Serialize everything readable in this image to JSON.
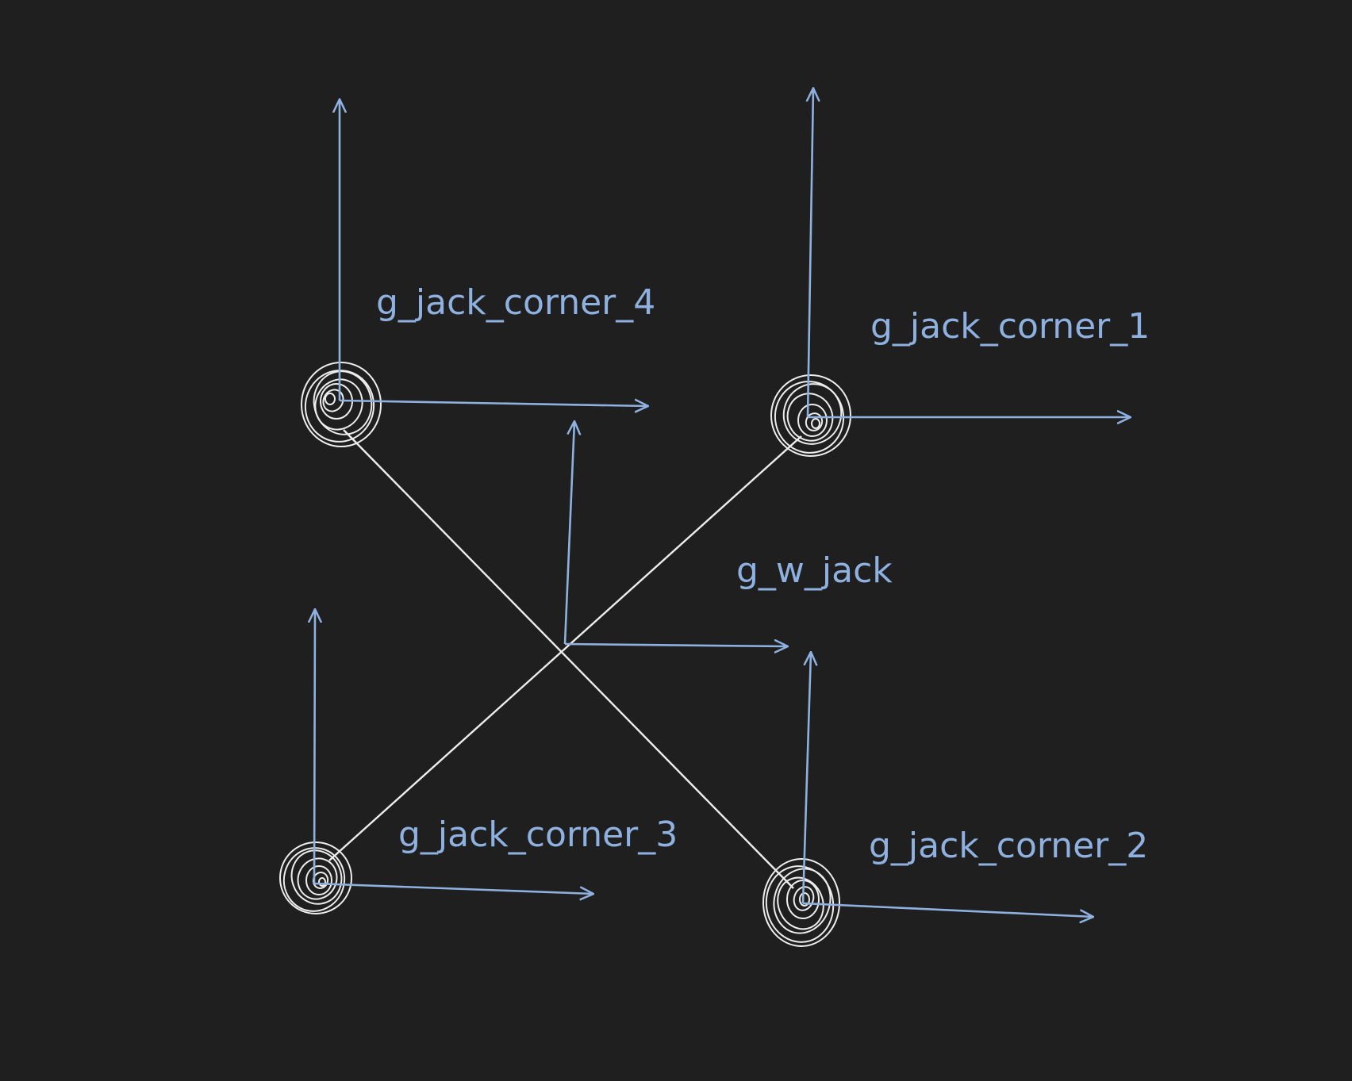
{
  "colors": {
    "background": "#1f1f1f",
    "axis": "#8fb1e0",
    "structure": "#ededed"
  },
  "frames": {
    "corner_4": {
      "label": "g_jack_corner_4"
    },
    "corner_1": {
      "label": "g_jack_corner_1"
    },
    "w_jack": {
      "label": "g_w_jack"
    },
    "corner_3": {
      "label": "g_jack_corner_3"
    },
    "corner_2": {
      "label": "g_jack_corner_2"
    }
  }
}
